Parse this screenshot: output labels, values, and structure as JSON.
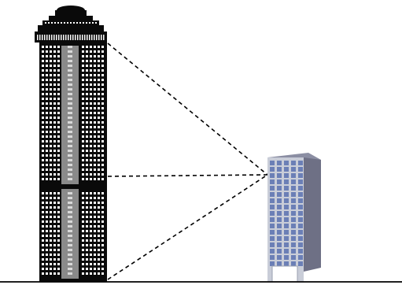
{
  "diagram": {
    "tall_building": {
      "kind": "skyscraper",
      "color": "#0a0a0a",
      "window_color": "#ffffff",
      "core_color": "#8a8a8a"
    },
    "short_building": {
      "kind": "office-building",
      "front_color": "#c9cdd8",
      "side_color": "#6e7085",
      "window_color": "#6b7fb6",
      "door_color": "#ffffff"
    },
    "sight_lines": {
      "count": 3,
      "style": "dashed",
      "color": "#000000",
      "targets": [
        "top",
        "middle",
        "base"
      ]
    },
    "ground": {
      "color": "#000000"
    }
  }
}
